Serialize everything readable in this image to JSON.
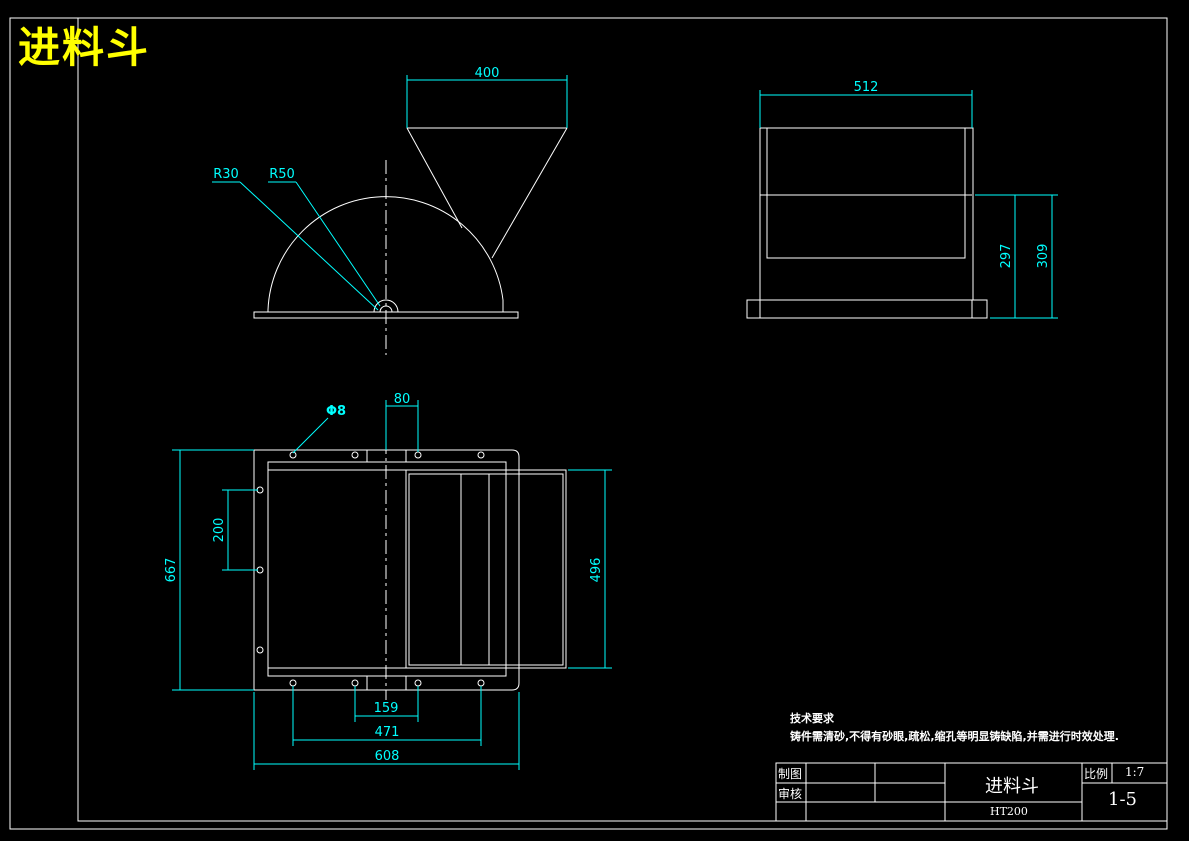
{
  "title": "进料斗",
  "dimensions": {
    "top_width": "400",
    "r30": "R30",
    "r50": "R50",
    "side_width": "512",
    "side_h1": "297",
    "side_h2": "309",
    "phi8": "Φ8",
    "d80": "80",
    "d200": "200",
    "d667": "667",
    "d496": "496",
    "d159": "159",
    "d471": "471",
    "d608": "608"
  },
  "tech_requirements": {
    "heading": "技术要求",
    "text": "铸件需清砂,不得有砂眼,疏松,缩孔等明显铸缺陷,并需进行时效处理."
  },
  "title_block": {
    "drawn_label": "制图",
    "checked_label": "审核",
    "part_name": "进料斗",
    "material": "HT200",
    "scale_label": "比例",
    "scale_value": "1:7",
    "drawing_no": "1-5"
  },
  "colors": {
    "background": "#000000",
    "line": "#ffffff",
    "dimension": "#00ffff",
    "title": "#ffff00"
  }
}
